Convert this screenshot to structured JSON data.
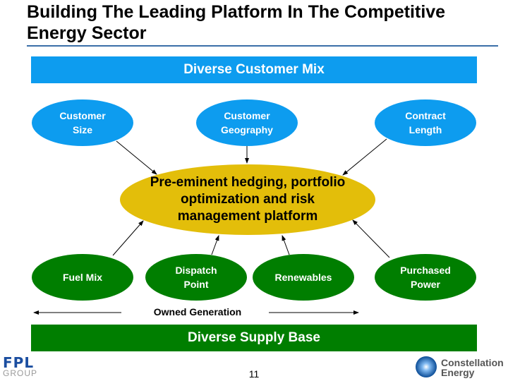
{
  "title": "Building The Leading Platform In The Competitive Energy Sector",
  "top_bar": {
    "label": "Diverse Customer Mix",
    "color": "#0d9cef"
  },
  "bottom_bar": {
    "label": "Diverse Supply Base",
    "color": "#007e00"
  },
  "core": {
    "label": "Pre-eminent hedging, portfolio optimization and risk management platform",
    "color": "#e3be0a"
  },
  "customer_nodes": [
    {
      "label": "Customer Size"
    },
    {
      "label": "Customer Geography"
    },
    {
      "label": "Contract Length"
    }
  ],
  "supply_nodes": [
    {
      "label": "Fuel Mix"
    },
    {
      "label": "Dispatch Point"
    },
    {
      "label": "Renewables"
    },
    {
      "label": "Purchased Power"
    }
  ],
  "owned_generation_label": "Owned Generation",
  "page_number": "11",
  "logos": {
    "left": {
      "line1": "FPL",
      "line2": "GROUP"
    },
    "right": {
      "line1": "Constellation",
      "line2": "Energy"
    }
  }
}
